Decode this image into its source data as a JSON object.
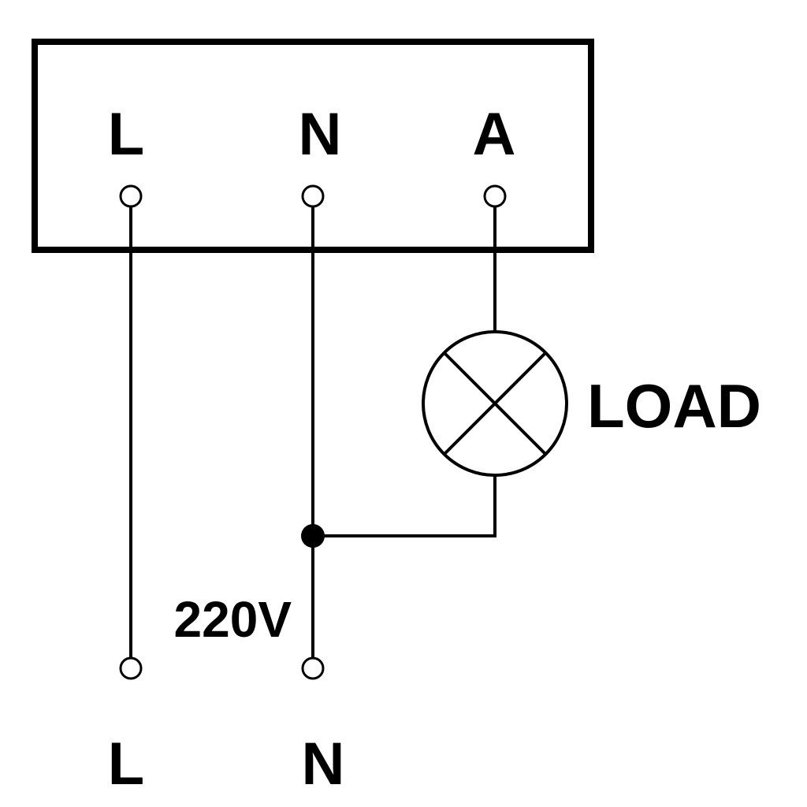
{
  "device": {
    "terminals": [
      {
        "label": "L"
      },
      {
        "label": "N"
      },
      {
        "label": "A"
      }
    ]
  },
  "load": {
    "label": "LOAD"
  },
  "supply": {
    "voltage_label": "220V",
    "terminals": [
      {
        "label": "L"
      },
      {
        "label": "N"
      }
    ]
  },
  "colors": {
    "line": "#000000",
    "background": "#ffffff"
  }
}
